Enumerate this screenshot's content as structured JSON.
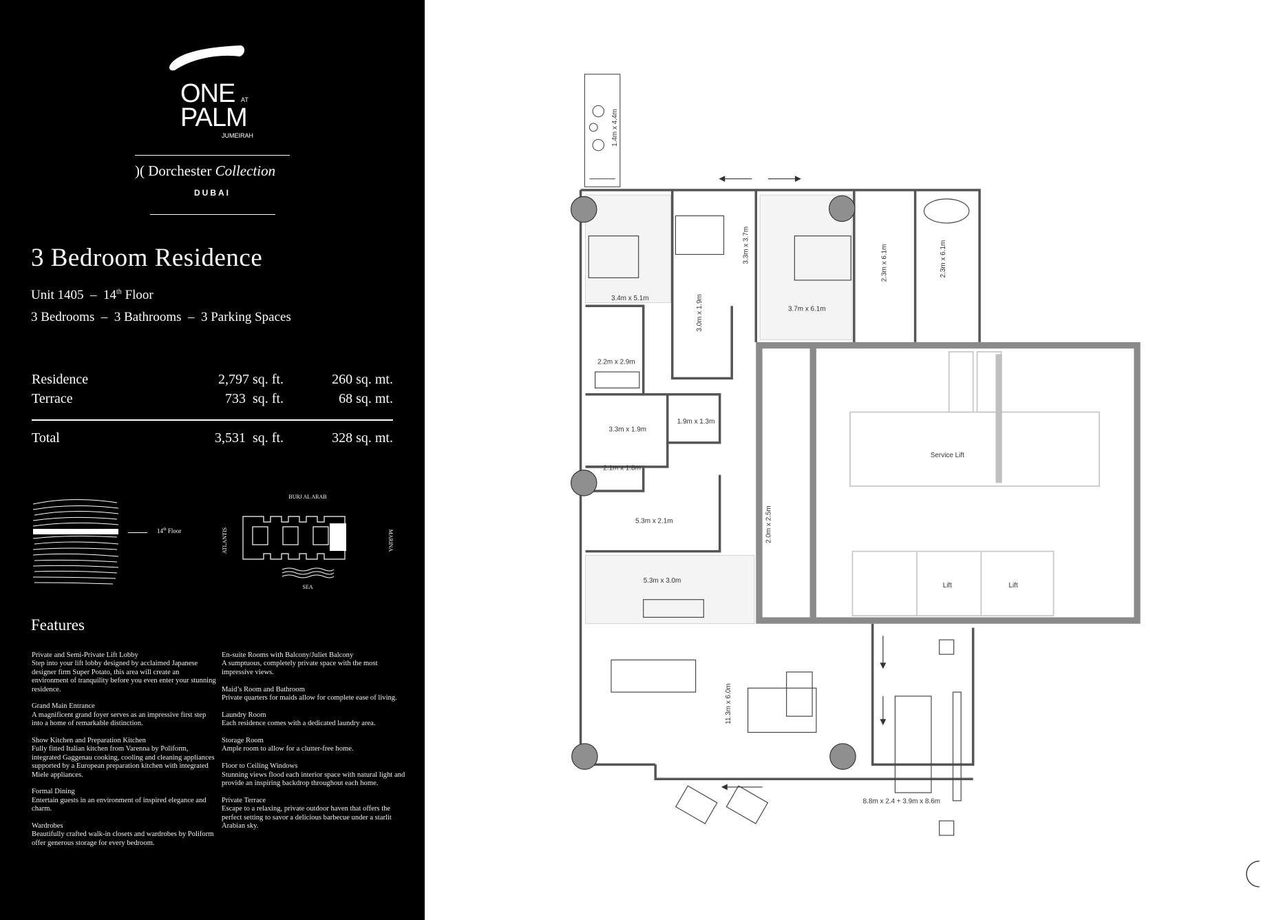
{
  "brand": {
    "logo_one": "ONE",
    "logo_at": "AT",
    "logo_palm": "PALM",
    "logo_jumeirah": "JUMEIRAH",
    "collection_symbol": ")(",
    "collection_name": "Dorchester",
    "collection_italic": "Collection",
    "city": "DUBAI"
  },
  "residence": {
    "title": "3 Bedroom Residence",
    "unit": "Unit 1405",
    "floor_num": "14",
    "floor_sup": "th",
    "floor_word": "Floor",
    "dash": "–",
    "specs": "3 Bedrooms  –  3 Bathrooms  –  3 Parking Spaces"
  },
  "areas": [
    {
      "label": "Residence",
      "sqft": "2,797 sq. ft.",
      "sqmt": "260 sq. mt."
    },
    {
      "label": "Terrace",
      "sqft": "733  sq. ft.",
      "sqmt": "68 sq. mt."
    }
  ],
  "total": {
    "label": "Total",
    "sqft": "3,531  sq. ft.",
    "sqmt": "328 sq. mt."
  },
  "location": {
    "floor_marker_num": "14",
    "floor_marker_sup": "th",
    "floor_marker_word": "Floor",
    "north": "BURJ AL ARAB",
    "west": "ATLANTIS",
    "east": "MARINA",
    "south": "SEA"
  },
  "features": {
    "heading": "Features",
    "left": [
      {
        "title": "Private and Semi-Private Lift Lobby",
        "text": "Step into your lift lobby designed by acclaimed Japanese designer firm Super Potato, this area will create an environment of tranquility before you even enter your stunning residence."
      },
      {
        "title": "Grand Main Entrance",
        "text": "A magnificent grand foyer serves as an impressive first step into a home of remarkable distinction."
      },
      {
        "title": "Show Kitchen and Preparation Kitchen",
        "text": "Fully fitted Italian kitchen from Varenna by Poliform, integrated Gaggenau cooking, cooling and cleaning appliances supported by a European preparation kitchen with integrated Miele appliances."
      },
      {
        "title": "Formal Dining",
        "text": "Entertain guests in an environment of inspired elegance and charm."
      },
      {
        "title": "Wardrobes",
        "text": "Beautifully crafted walk-in closets and wardrobes by Poliform offer generous storage for every bedroom."
      }
    ],
    "right": [
      {
        "title": "En-suite Rooms with Balcony/Juliet Balcony",
        "text": "A sumptuous, completely private space with the most impressive views."
      },
      {
        "title": "Maid’s Room and Bathroom",
        "text": "Private quarters for maids allow for complete ease of living."
      },
      {
        "title": "Laundry Room",
        "text": "Each residence comes with a dedicated laundry area."
      },
      {
        "title": "Storage Room",
        "text": "Ample room to allow for a clutter-free home."
      },
      {
        "title": "Floor to Ceiling Windows",
        "text": "Stunning views flood each interior space with natural light and provide an inspiring backdrop throughout each home."
      },
      {
        "title": "Private Terrace",
        "text": "Escape to a relaxing, private outdoor haven that offers the perfect setting to savor a delicious barbecue under a starlit Arabian sky."
      }
    ]
  },
  "plan": {
    "rooms": [
      "1.4m x 4.4m",
      "3.4m x 5.1m",
      "3.3m x 3.7m",
      "3.0m x 1.9m",
      "3.7m x 6.1m",
      "2.3m x 6.1m",
      "2.3m x 6.1m",
      "2.2m x 2.9m",
      "3.3m x 1.9m",
      "1.9m x 1.3m",
      "2.1m x 1.8m",
      "5.3m x 2.1m",
      "2.0m x 2.5m",
      "5.3m x 3.0m",
      "11.3m x 6.0m",
      "8.8m x 2.4 + 3.9m x 8.6m"
    ],
    "core_labels": {
      "service_lift": "Service Lift",
      "lift_1": "Lift",
      "lift_2": "Lift"
    },
    "colors": {
      "wall": "#8a8a8a",
      "column": "#999999",
      "line": "#444444",
      "panel": "#000000"
    }
  }
}
